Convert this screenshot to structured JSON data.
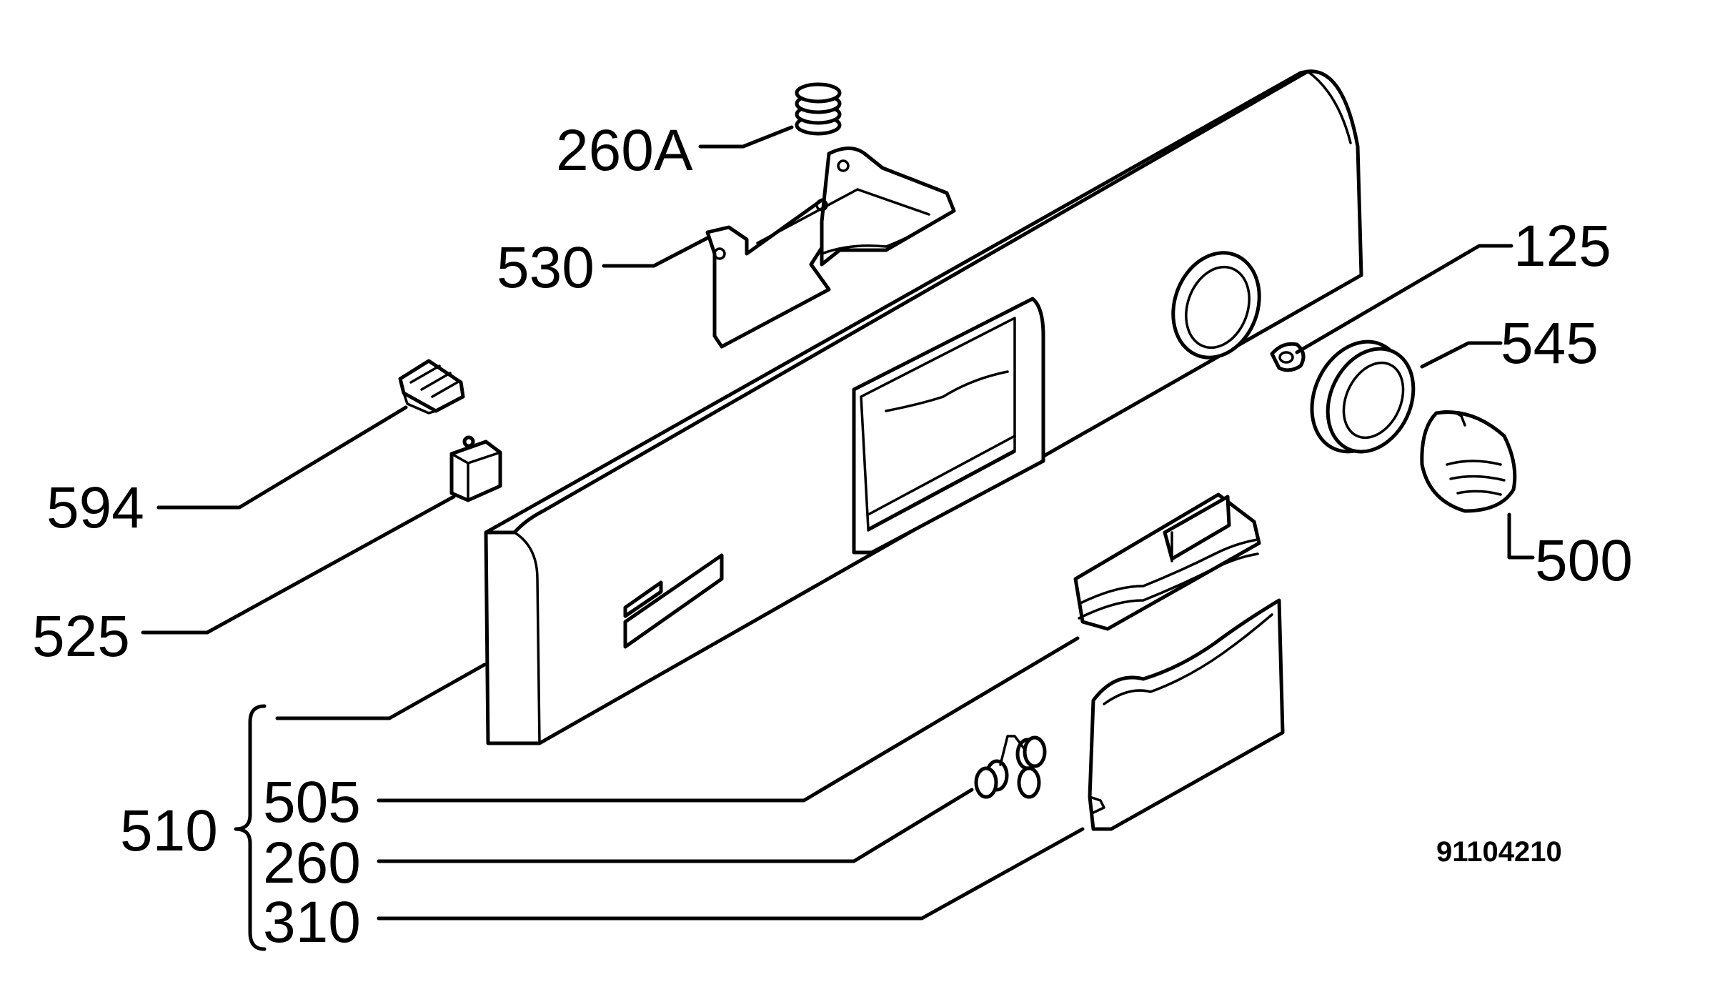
{
  "diagram": {
    "part_labels": {
      "p260a": "260A",
      "p530": "530",
      "p594": "594",
      "p525": "525",
      "p125": "125",
      "p545": "545",
      "p500": "500",
      "p510": "510",
      "p505": "505",
      "p260": "260",
      "p310": "310"
    },
    "drawing_code": "91104210"
  }
}
